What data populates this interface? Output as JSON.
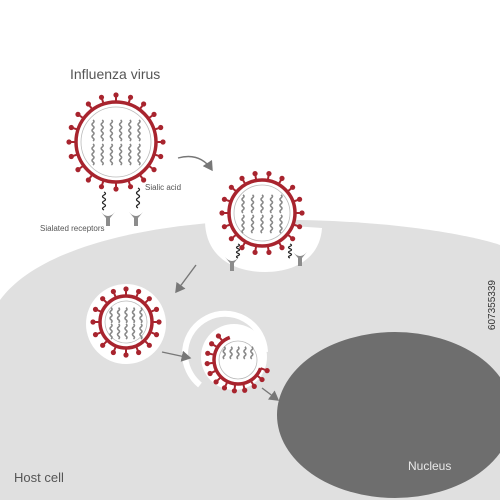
{
  "labels": {
    "title": "Influenza virus",
    "sialic_acid": "Sialic acid",
    "sialated_receptors": "Sialated receptors",
    "host_cell": "Host cell",
    "nucleus": "Nucleus",
    "stock_id": "607355339"
  },
  "colors": {
    "virus_spike": "#a8242e",
    "rna": "#888888",
    "host_cell": "#e0e0e0",
    "nucleus": "#6e6e6e",
    "receptor": "#8c8c8c",
    "arrow": "#777777",
    "text": "#555555"
  },
  "icons": {
    "virus": "influenza-virus-icon",
    "receptor": "receptor-icon",
    "arrow": "arrow-icon"
  }
}
